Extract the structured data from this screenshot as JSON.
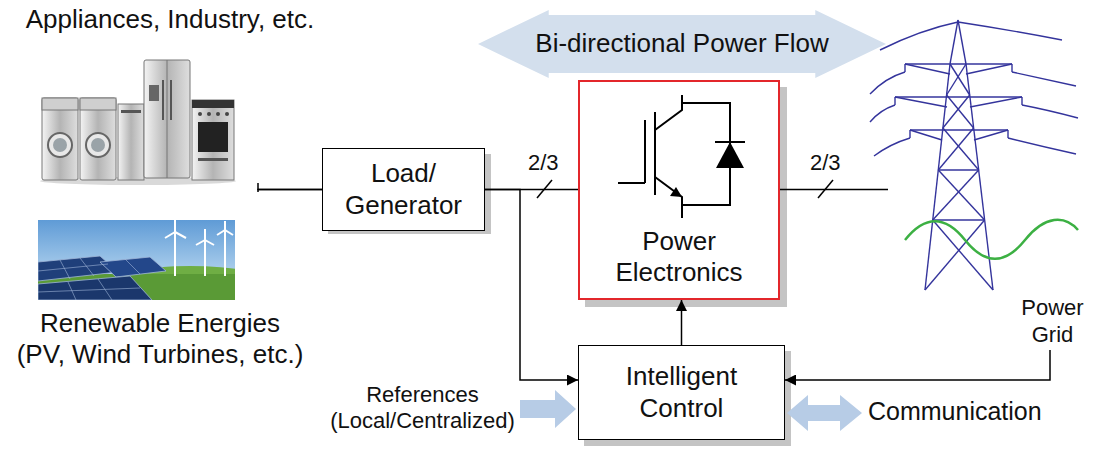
{
  "diagram": {
    "nodes": [
      {
        "text": [
          "Appliances, Industry, etc."
        ]
      },
      {
        "text": [
          "Renewable Energies (PV, Wind Turbines, etc.)"
        ]
      },
      {
        "text": [
          "Load/ Generator"
        ]
      },
      {
        "text": [
          "Bi-directional Power Flow"
        ]
      },
      {
        "text": [
          "Power Electronics"
        ]
      },
      {
        "text": [
          "Power Grid"
        ]
      },
      {
        "text": [
          "Intelligent Control"
        ]
      }
    ],
    "edges": [
      {
        "from": 0,
        "to": 2,
        "arrow": "none"
      },
      {
        "from": 1,
        "to": 2,
        "arrow": "none"
      },
      {
        "from": 2,
        "to": 4,
        "arrow": "none"
      },
      {
        "from": 2,
        "to": 6,
        "arrow": "to"
      },
      {
        "from": 4,
        "to": 5,
        "arrow": "none"
      },
      {
        "from": 5,
        "to": 6,
        "arrow": "to"
      },
      {
        "from": 6,
        "to": 4,
        "arrow": "to"
      }
    ],
    "labels": [
      "2/3",
      "2/3",
      "References (Local/Centralized)",
      "Communication"
    ]
  }
}
